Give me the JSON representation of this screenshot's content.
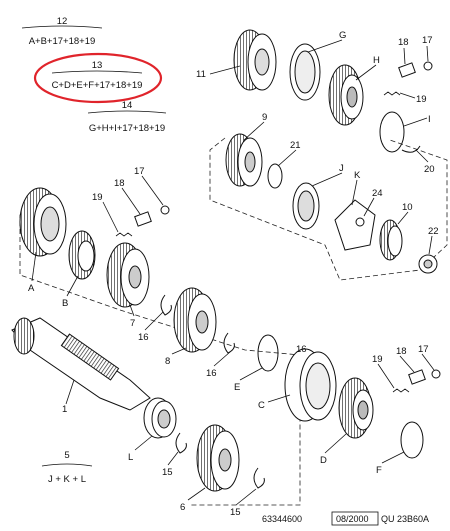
{
  "groups": [
    {
      "number": "12",
      "formula": "A+B+17+18+19"
    },
    {
      "number": "13",
      "formula": "C+D+E+F+17+18+19"
    },
    {
      "number": "14",
      "formula": "G+H+I+17+18+19"
    },
    {
      "number": "5",
      "formula": "J + K + L"
    }
  ],
  "callouts": {
    "n1": "1",
    "n6": "6",
    "n8": "8",
    "n9": "9",
    "n10": "10",
    "n11": "11",
    "n15a": "15",
    "n15b": "15",
    "n16a": "16",
    "n16b": "16",
    "n16c": "16",
    "n17a": "17",
    "n17b": "17",
    "n17c": "17",
    "n18a": "18",
    "n18b": "18",
    "n18c": "18",
    "n19a": "19",
    "n19b": "19",
    "n19c": "19",
    "n20": "20",
    "n21": "21",
    "n22": "22",
    "n24": "24",
    "A": "A",
    "B": "B",
    "C": "C",
    "D": "D",
    "E": "E",
    "F": "F",
    "G": "G",
    "H": "H",
    "I": "I",
    "J": "J",
    "K": "K",
    "L": "L"
  },
  "footer": {
    "ref": "63344600",
    "date": "08/2000",
    "code": "QU  23B60A"
  },
  "highlight_color": "#e0242b"
}
